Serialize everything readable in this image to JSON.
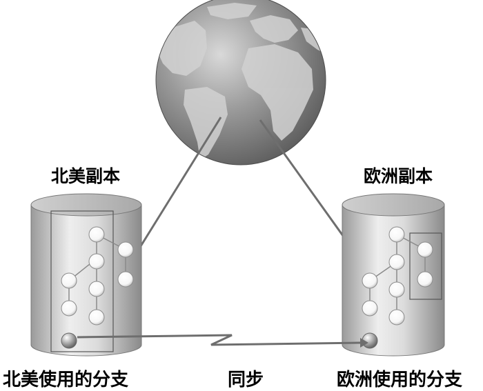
{
  "labels": {
    "na_replica": "北美副本",
    "eu_replica": "欧洲副本",
    "na_branch": "北美使用的分支",
    "sync": "同步",
    "eu_branch": "欧洲使用的分支"
  },
  "colors": {
    "line": "#6e6e6e",
    "cylinder_dark": "#8f8f8f",
    "cylinder_light": "#eeeeee",
    "node_fill": "#ffffff",
    "sea": "#7a7a7a",
    "land": "#c8c8c8"
  },
  "icons": {
    "globe": "globe-icon",
    "database": "database-cylinder-icon"
  }
}
